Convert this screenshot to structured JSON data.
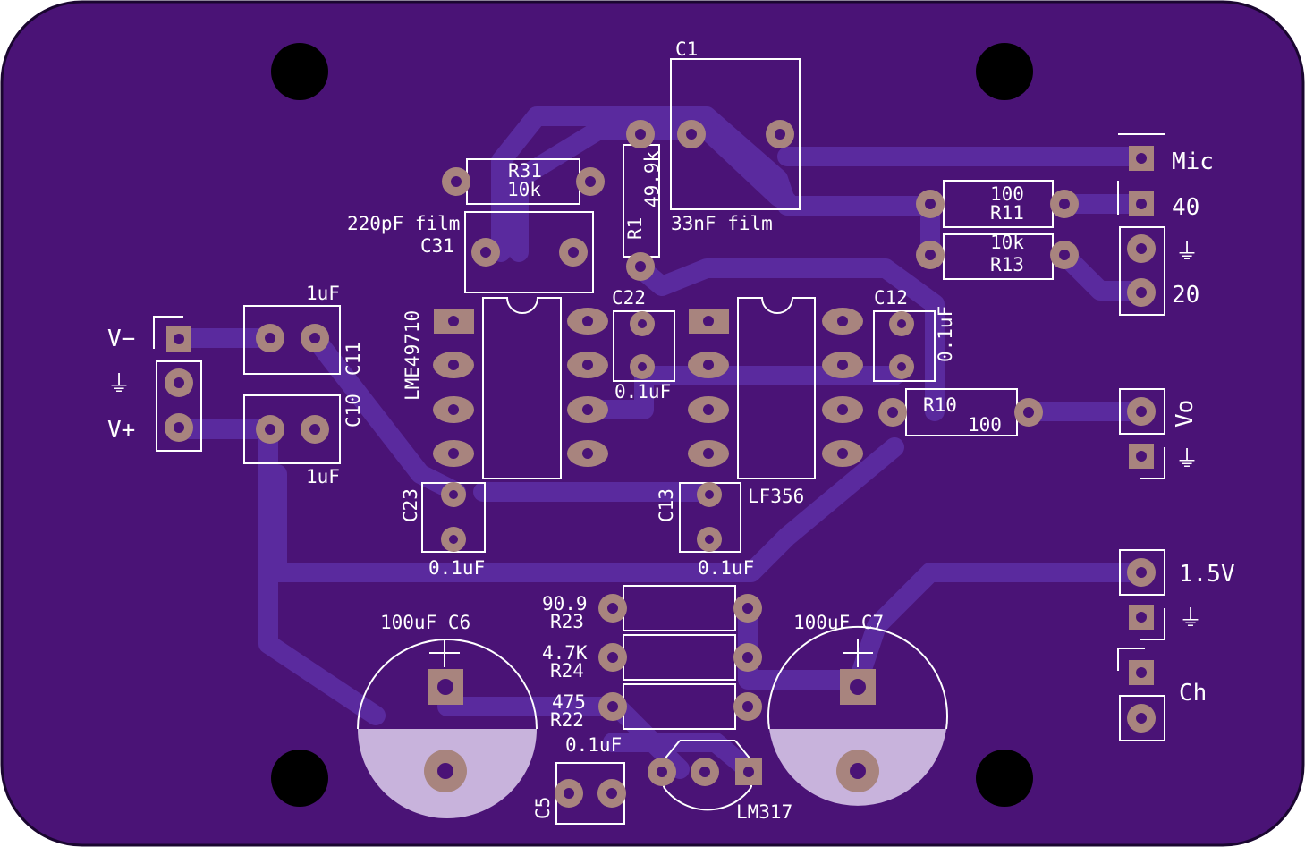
{
  "board": {
    "colors": {
      "substrate": "#4a1376",
      "trace": "#5a2a9e",
      "silkscreen": "#ffffff",
      "pad": "#a8847e",
      "fill_silk": "#c8b3dc"
    }
  },
  "labels": {
    "c1": "C1",
    "c1_value": "33nF film",
    "r1": "R1",
    "r1_value": "49.9k",
    "r31": "R31",
    "r31_value": "10k",
    "c31_value": "220pF film",
    "c31": "C31",
    "c22": "C22",
    "c22_value": "0.1uF",
    "c12": "C12",
    "c12_value": "0.1uF",
    "r11_value": "100",
    "r11": "R11",
    "r13_value": "10k",
    "r13": "R13",
    "r10": "R10",
    "r10_value": "100",
    "u1": "LME49710",
    "u2": "LF356",
    "c11_value": "1uF",
    "c11": "C11",
    "c10": "C10",
    "c10_value": "1uF",
    "c23": "C23",
    "c23_value": "0.1uF",
    "c13": "C13",
    "c13_value": "0.1uF",
    "r23_value": "90.9",
    "r23": "R23",
    "r24_value": "4.7K",
    "r24": "R24",
    "r22_value": "475",
    "r22": "R22",
    "c6": "100uF C6",
    "c7": "100uF C7",
    "c5_value": "0.1uF",
    "c5": "C5",
    "lm317": "LM317"
  },
  "connectors": {
    "mic": "Mic",
    "gain40": "40",
    "gain20": "20",
    "ground": "⏚",
    "vminus": "V−",
    "vplus": "V+",
    "vo": "Vo",
    "v15": "1.5V",
    "ch": "Ch"
  }
}
